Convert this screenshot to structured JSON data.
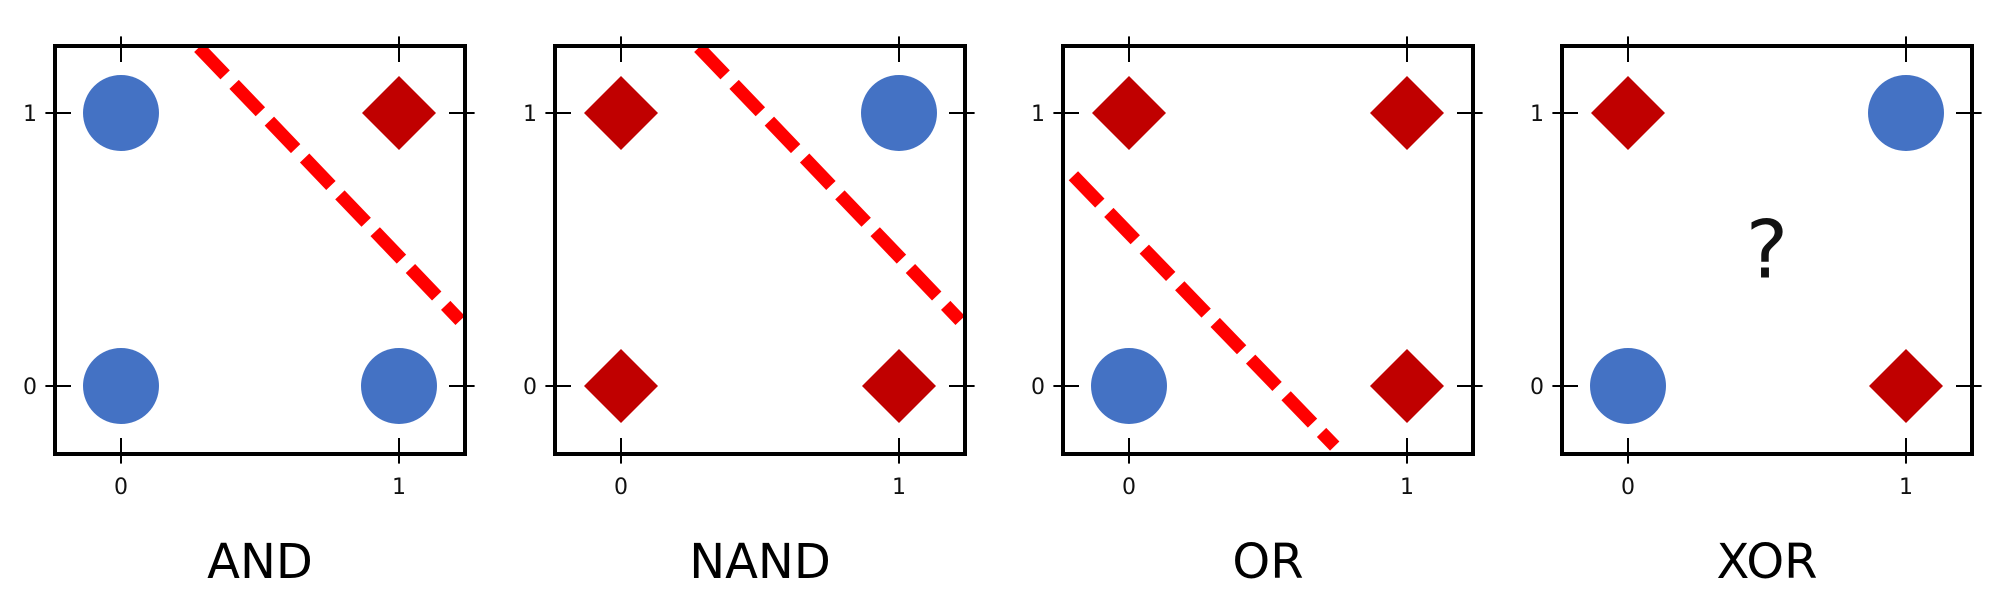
{
  "colors": {
    "circle": "#4472C4",
    "diamond": "#C00000",
    "boundary": "#FF0000",
    "frame": "#000000"
  },
  "ticks": {
    "x": [
      "0",
      "1"
    ],
    "y": [
      "0",
      "1"
    ]
  },
  "panels": [
    {
      "title": "AND",
      "points": [
        {
          "x": 0,
          "y": 1,
          "marker": "circle"
        },
        {
          "x": 1,
          "y": 1,
          "marker": "diamond"
        },
        {
          "x": 0,
          "y": 0,
          "marker": "circle"
        },
        {
          "x": 1,
          "y": 0,
          "marker": "circle"
        }
      ],
      "boundary": [
        [
          0.28,
          1.24
        ],
        [
          1.22,
          0.24
        ]
      ],
      "annotation": ""
    },
    {
      "title": "NAND",
      "points": [
        {
          "x": 0,
          "y": 1,
          "marker": "diamond"
        },
        {
          "x": 1,
          "y": 1,
          "marker": "circle"
        },
        {
          "x": 0,
          "y": 0,
          "marker": "diamond"
        },
        {
          "x": 1,
          "y": 0,
          "marker": "diamond"
        }
      ],
      "boundary": [
        [
          0.28,
          1.24
        ],
        [
          1.22,
          0.24
        ]
      ],
      "annotation": ""
    },
    {
      "title": "OR",
      "points": [
        {
          "x": 0,
          "y": 1,
          "marker": "diamond"
        },
        {
          "x": 1,
          "y": 1,
          "marker": "diamond"
        },
        {
          "x": 0,
          "y": 0,
          "marker": "circle"
        },
        {
          "x": 1,
          "y": 0,
          "marker": "diamond"
        }
      ],
      "boundary": [
        [
          -0.2,
          0.77
        ],
        [
          0.74,
          -0.22
        ]
      ],
      "annotation": ""
    },
    {
      "title": "XOR",
      "points": [
        {
          "x": 0,
          "y": 1,
          "marker": "diamond"
        },
        {
          "x": 1,
          "y": 1,
          "marker": "circle"
        },
        {
          "x": 0,
          "y": 0,
          "marker": "circle"
        },
        {
          "x": 1,
          "y": 0,
          "marker": "diamond"
        }
      ],
      "boundary": null,
      "annotation": "?"
    }
  ]
}
